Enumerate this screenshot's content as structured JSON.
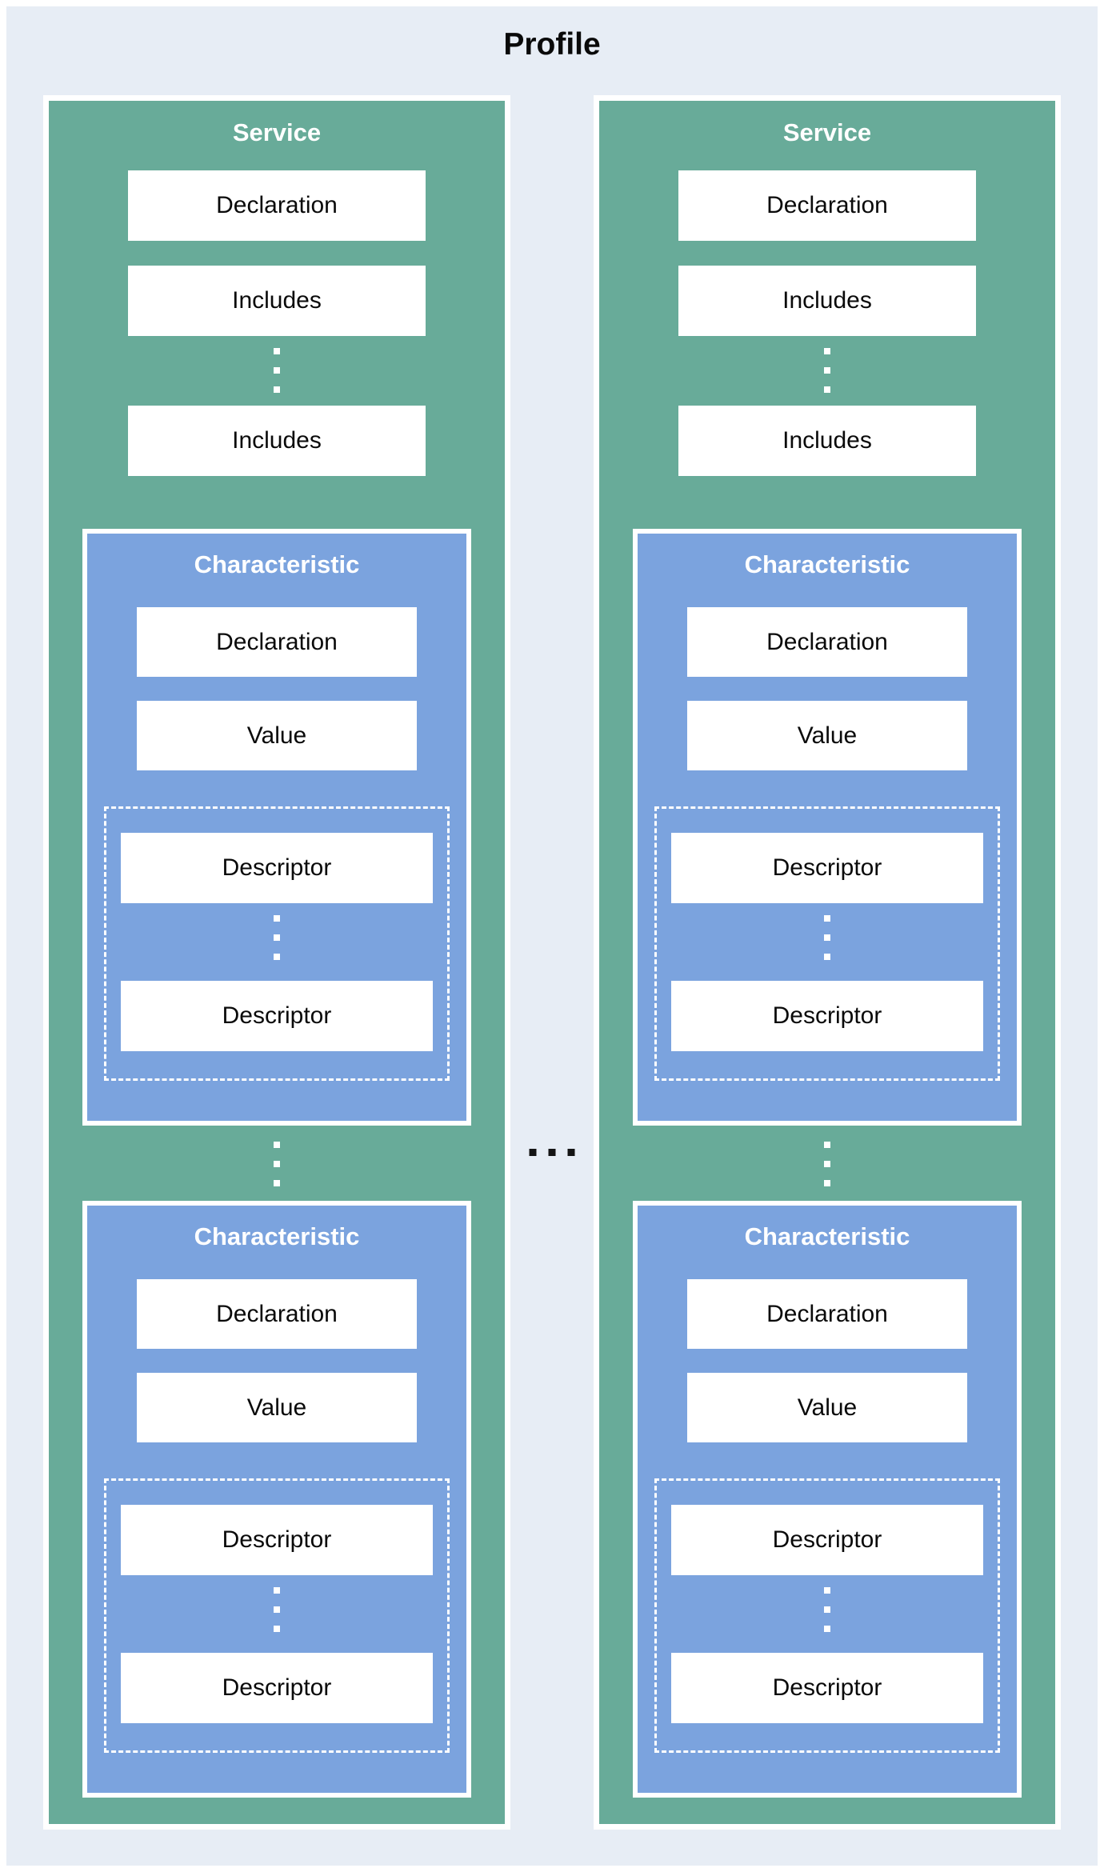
{
  "page": {
    "title": "Profile"
  },
  "colors": {
    "canvas_background": "#e7edf5",
    "page_frame": "#ffffff",
    "service_fill": "#68ab99",
    "characteristic_fill": "#7ba3de",
    "box_fill": "#ffffff",
    "box_text": "#0a0a0a",
    "heading_text": "#ffffff",
    "vertical_ellipsis_dots": "#ffffff",
    "horizontal_ellipsis_dots": "#141414",
    "descriptor_group_border": "#ffffff dashed"
  },
  "services": [
    {
      "label": "Service",
      "declaration": "Declaration",
      "includes": [
        "Includes",
        "Includes"
      ],
      "characteristics": [
        {
          "label": "Characteristic",
          "declaration": "Declaration",
          "value": "Value",
          "descriptors": [
            "Descriptor",
            "Descriptor"
          ]
        },
        {
          "label": "Characteristic",
          "declaration": "Declaration",
          "value": "Value",
          "descriptors": [
            "Descriptor",
            "Descriptor"
          ]
        }
      ]
    },
    {
      "label": "Service",
      "declaration": "Declaration",
      "includes": [
        "Includes",
        "Includes"
      ],
      "characteristics": [
        {
          "label": "Characteristic",
          "declaration": "Declaration",
          "value": "Value",
          "descriptors": [
            "Descriptor",
            "Descriptor"
          ]
        },
        {
          "label": "Characteristic",
          "declaration": "Declaration",
          "value": "Value",
          "descriptors": [
            "Descriptor",
            "Descriptor"
          ]
        }
      ]
    }
  ]
}
